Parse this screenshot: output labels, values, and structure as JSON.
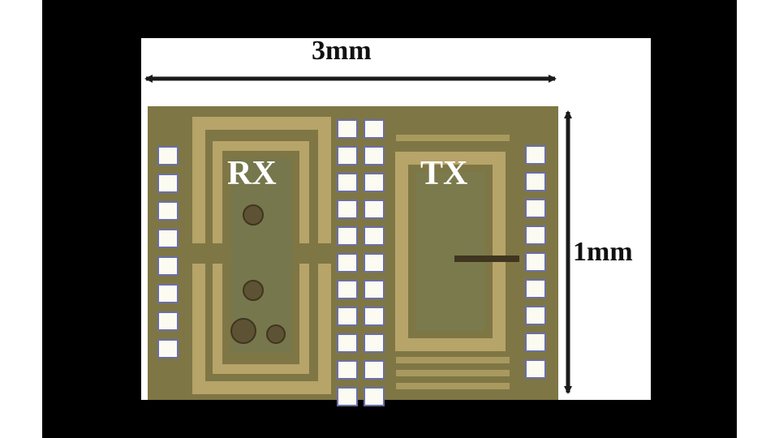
{
  "figure": {
    "width_label": "3mm",
    "height_label": "1mm",
    "rx_label": "RX",
    "tx_label": "TX"
  },
  "colors": {
    "background": "#000000",
    "panel": "#ffffff",
    "chip": "#8a7d4a",
    "metal": "#b4a266",
    "pad": "#fbfbf2",
    "arrow": "#1a1a1a"
  }
}
